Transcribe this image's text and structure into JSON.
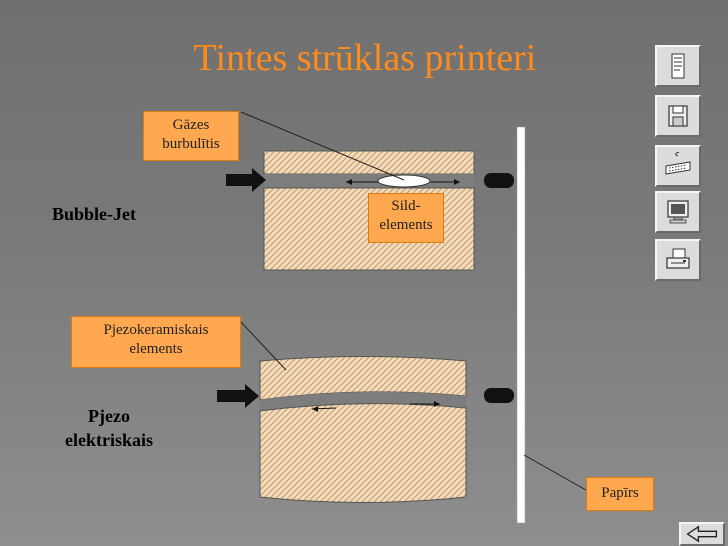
{
  "title": "Tintes strūklas printeri",
  "labels": {
    "gas_bubble": [
      "Gāzes",
      "burbulītis"
    ],
    "heating_element": [
      "Sild-",
      "elements"
    ],
    "bubble_jet": "Bubble-Jet",
    "piezo_ceramic": [
      "Pjezokeramiskais",
      "elements"
    ],
    "piezo_electric": [
      "Pjezo",
      "elektriskais"
    ],
    "paper": "Papīrs"
  },
  "nav_icons": [
    "document-icon",
    "floppy-disk-icon",
    "keyboard-icon",
    "monitor-icon",
    "printer-icon"
  ],
  "colors": {
    "title": "#ff8c1a",
    "label_fill": "#ffa84f",
    "hatch": "#d9b07a",
    "hatch_bg": "#f2dcc0",
    "paper": "#ffffff"
  }
}
